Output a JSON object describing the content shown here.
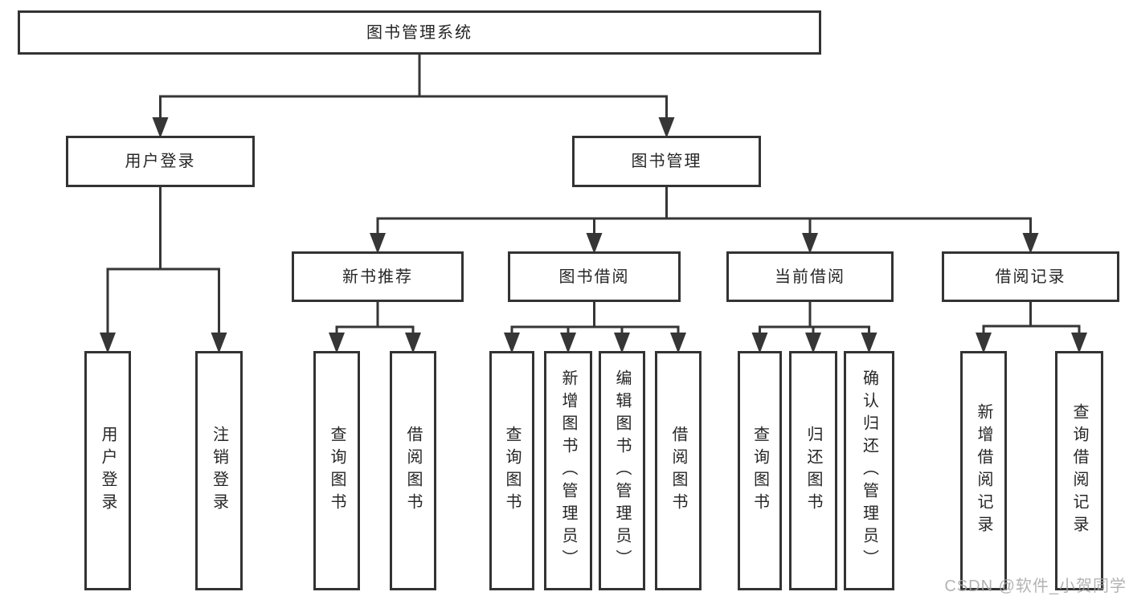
{
  "diagram": {
    "nodes": {
      "library-management-system": {
        "label": "图书管理系统"
      },
      "user-login": {
        "label": "用户登录"
      },
      "book-management": {
        "label": "图书管理"
      },
      "new-book-recommendation": {
        "label": "新书推荐"
      },
      "book-borrowing": {
        "label": "图书借阅"
      },
      "current-borrowing": {
        "label": "当前借阅"
      },
      "borrowing-records": {
        "label": "借阅记录"
      },
      "user-login-action": {
        "label": "用户登录"
      },
      "logout": {
        "label": "注销登录"
      },
      "query-books-1": {
        "label": "查询图书"
      },
      "borrow-books-1": {
        "label": "借阅图书"
      },
      "query-books-2": {
        "label": "查询图书"
      },
      "add-books-admin": {
        "label": "新增图书（管理员）"
      },
      "edit-books-admin": {
        "label": "编辑图书（管理员）"
      },
      "borrow-books-2": {
        "label": "借阅图书"
      },
      "query-books-3": {
        "label": "查询图书"
      },
      "return-books": {
        "label": "归还图书"
      },
      "confirm-return-admin": {
        "label": "确认归还（管理员）"
      },
      "add-borrow-record": {
        "label": "新增借阅记录"
      },
      "query-borrow-record": {
        "label": "查询借阅记录"
      }
    }
  },
  "colors": {
    "line": "#363636",
    "box_border": "#333333",
    "text": "#262626",
    "watermark": "#a6a6a6"
  },
  "watermark": {
    "text": "CSDN @软件_小贺同学"
  }
}
